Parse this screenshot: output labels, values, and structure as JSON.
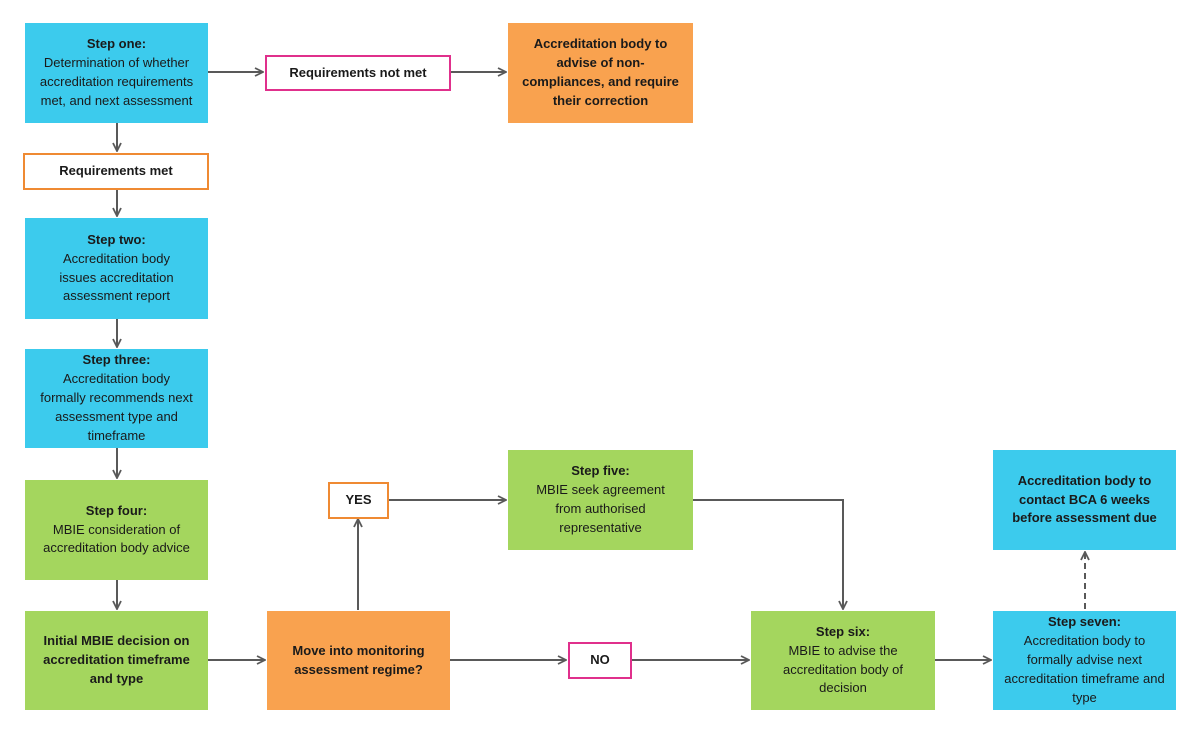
{
  "nodes": {
    "step1": {
      "title": "Step one:",
      "text": "Determination of whether accreditation requirements met, and next assessment"
    },
    "req_not_met": {
      "text": "Requirements not met"
    },
    "advise_non_compliance": {
      "text": "Accreditation body to advise of non-compliances, and require their correction"
    },
    "req_met": {
      "text": "Requirements met"
    },
    "step2": {
      "title": "Step two:",
      "text": "Accreditation body issues accreditation assessment report"
    },
    "step3": {
      "title": "Step three:",
      "text": "Accreditation body formally recommends next assessment type and timeframe"
    },
    "step4": {
      "title": "Step four:",
      "text": "MBIE consideration of accreditation body advice"
    },
    "initial_decision": {
      "text": "Initial MBIE decision on accreditation timeframe and type"
    },
    "monitoring_question": {
      "text": "Move into monitoring assessment regime?"
    },
    "yes": {
      "text": "YES"
    },
    "no": {
      "text": "NO"
    },
    "step5": {
      "title": "Step five:",
      "text": "MBIE seek agreement from authorised representative"
    },
    "step6": {
      "title": "Step six:",
      "text": "MBIE to advise the accreditation body of decision"
    },
    "step7": {
      "title": "Step seven:",
      "text": "Accreditation body to formally advise next accreditation timeframe and type"
    },
    "contact_bca": {
      "text": "Accreditation body to contact BCA 6 weeks before assessment due"
    }
  },
  "colors": {
    "step_blue": "#3ccbed",
    "decision_green": "#a4d65e",
    "action_orange": "#f9a24f",
    "outline_pink": "#e0308c",
    "outline_orange": "#ef8a33",
    "arrow": "#595959"
  }
}
